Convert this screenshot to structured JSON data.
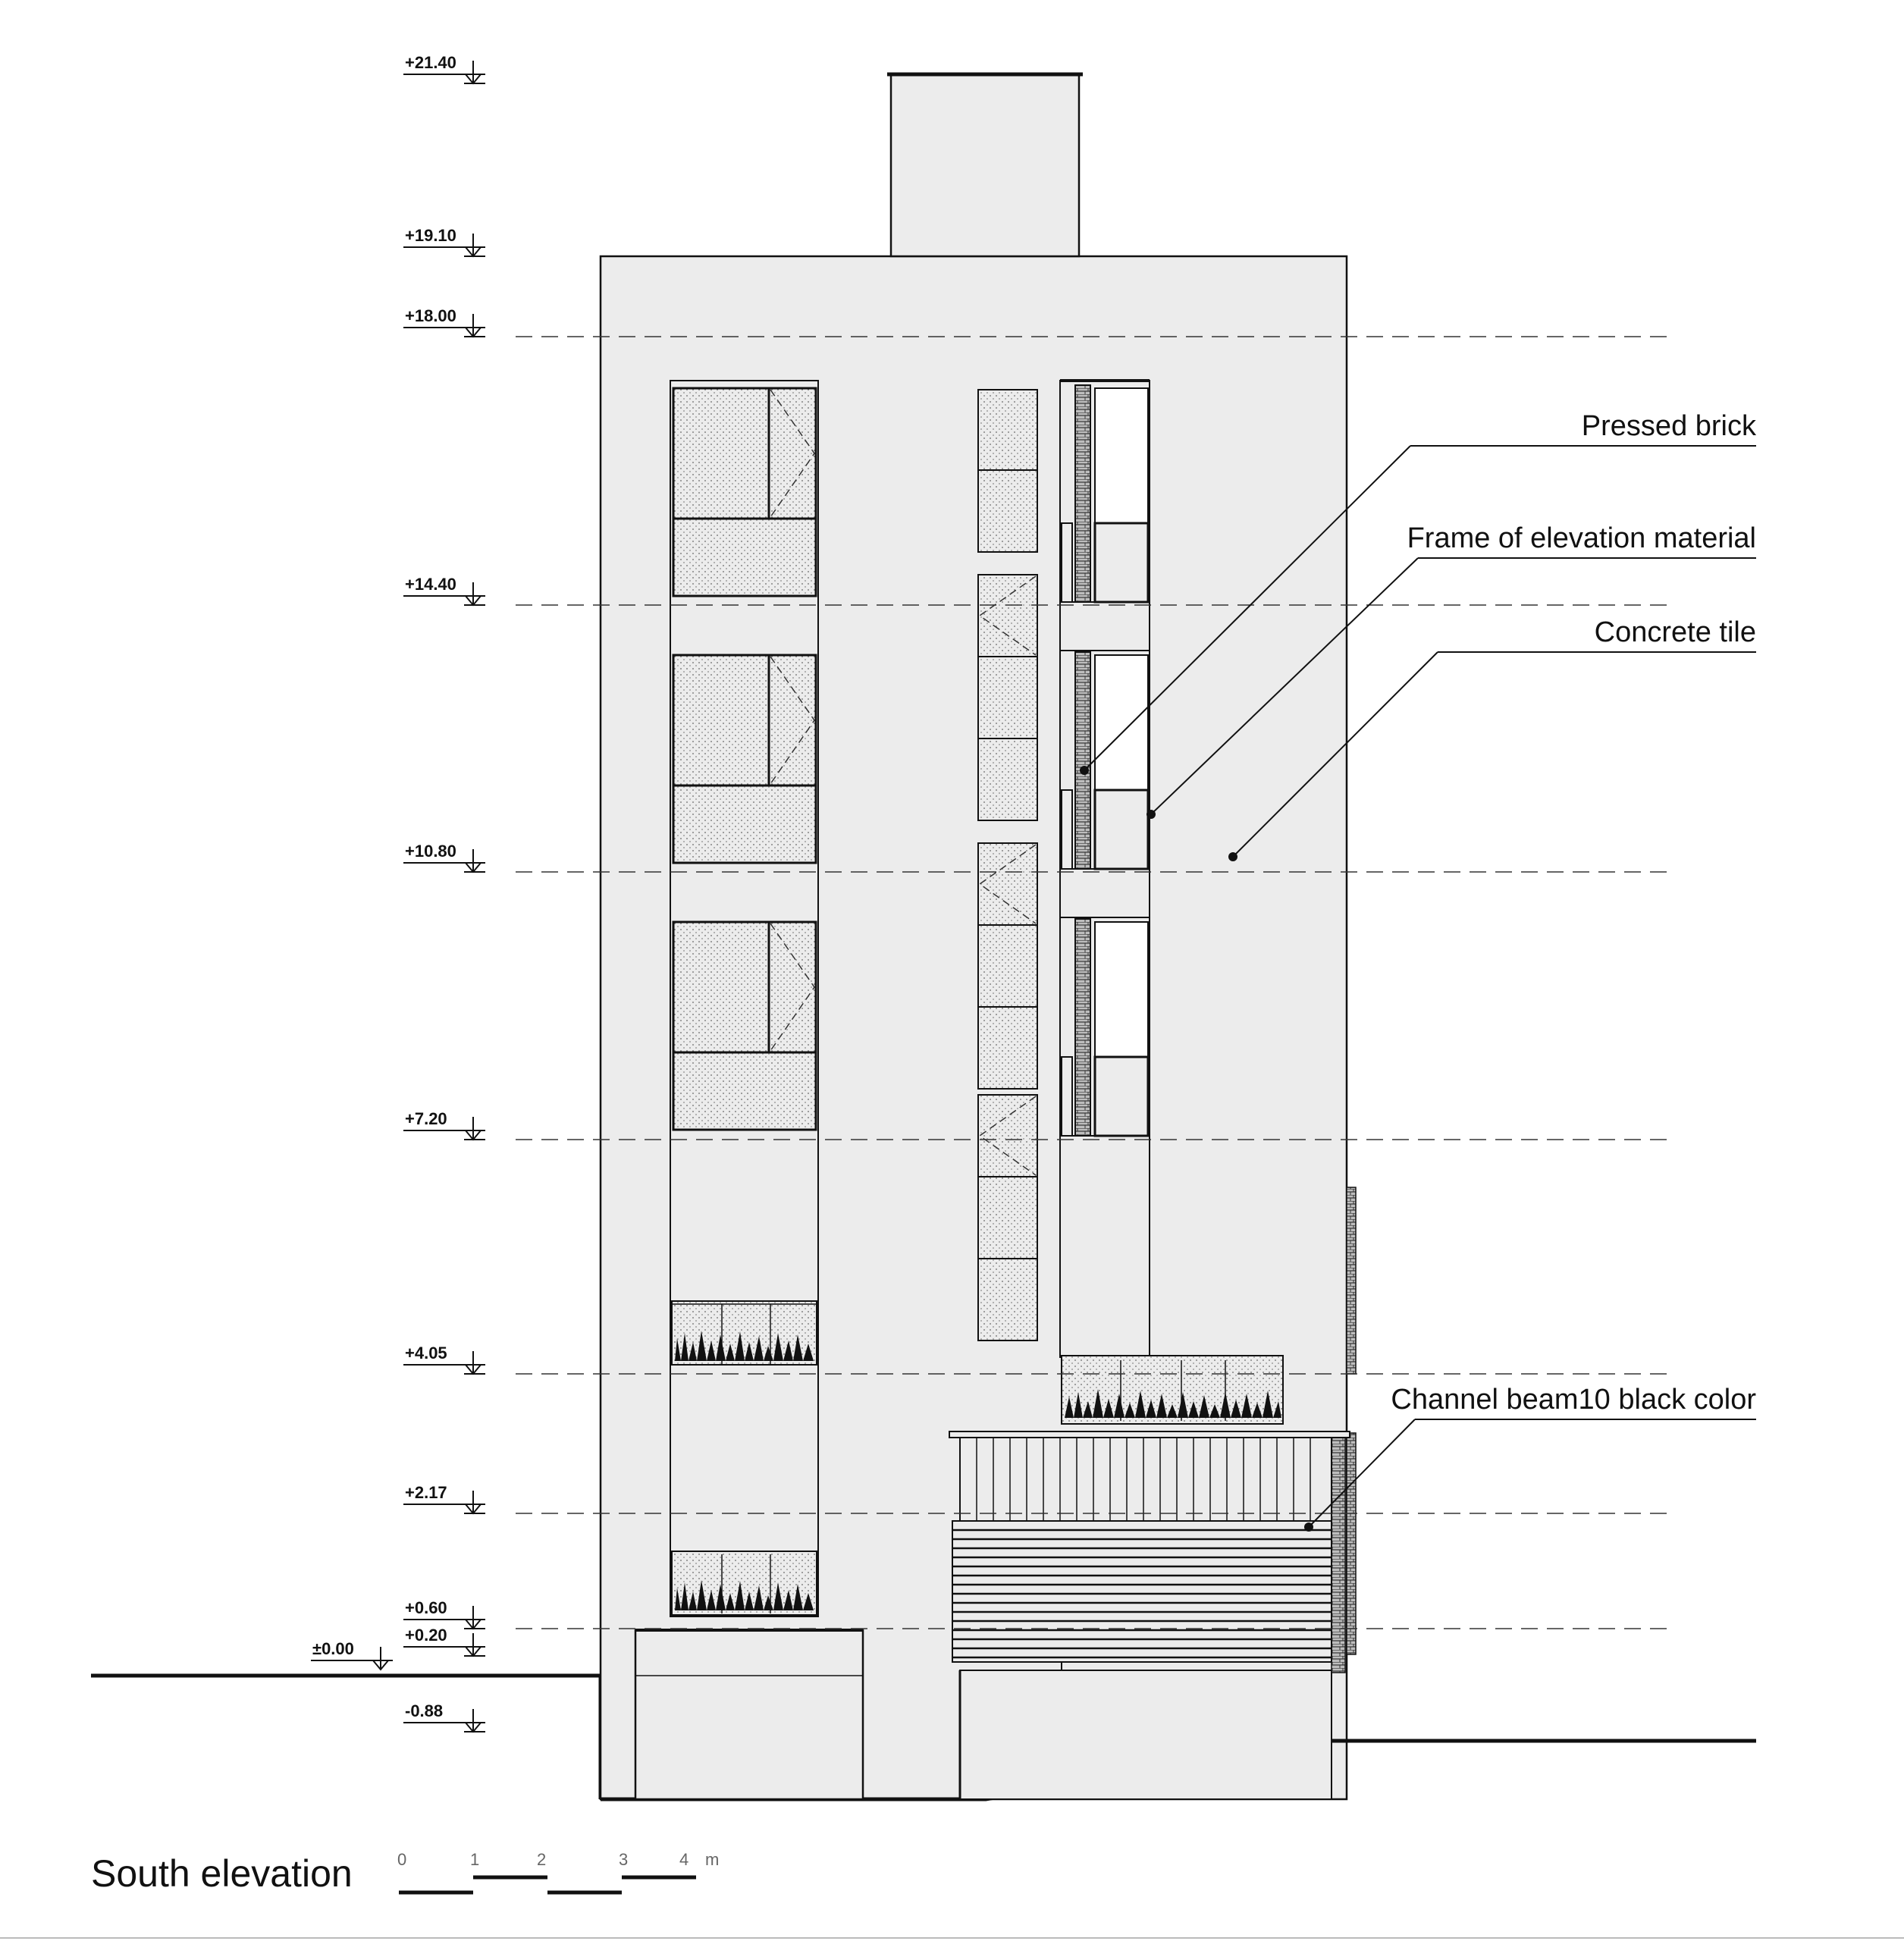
{
  "title": "South elevation",
  "scale_bar": {
    "ticks": [
      "0",
      "1",
      "2",
      "3",
      "4"
    ],
    "unit": "m"
  },
  "levels": [
    "+21.40",
    "+19.10",
    "+18.00",
    "+14.40",
    "+10.80",
    "+7.20",
    "+4.05",
    "+2.17",
    "+0.60",
    "+0.20",
    "±0.00",
    "-0.88"
  ],
  "annotations": [
    "Pressed brick",
    "Frame of elevation material",
    "Concrete tile",
    "Channel beam10 black color"
  ],
  "colors": {
    "wall": "#ececec",
    "line": "#111111",
    "dashed": "#333333"
  }
}
